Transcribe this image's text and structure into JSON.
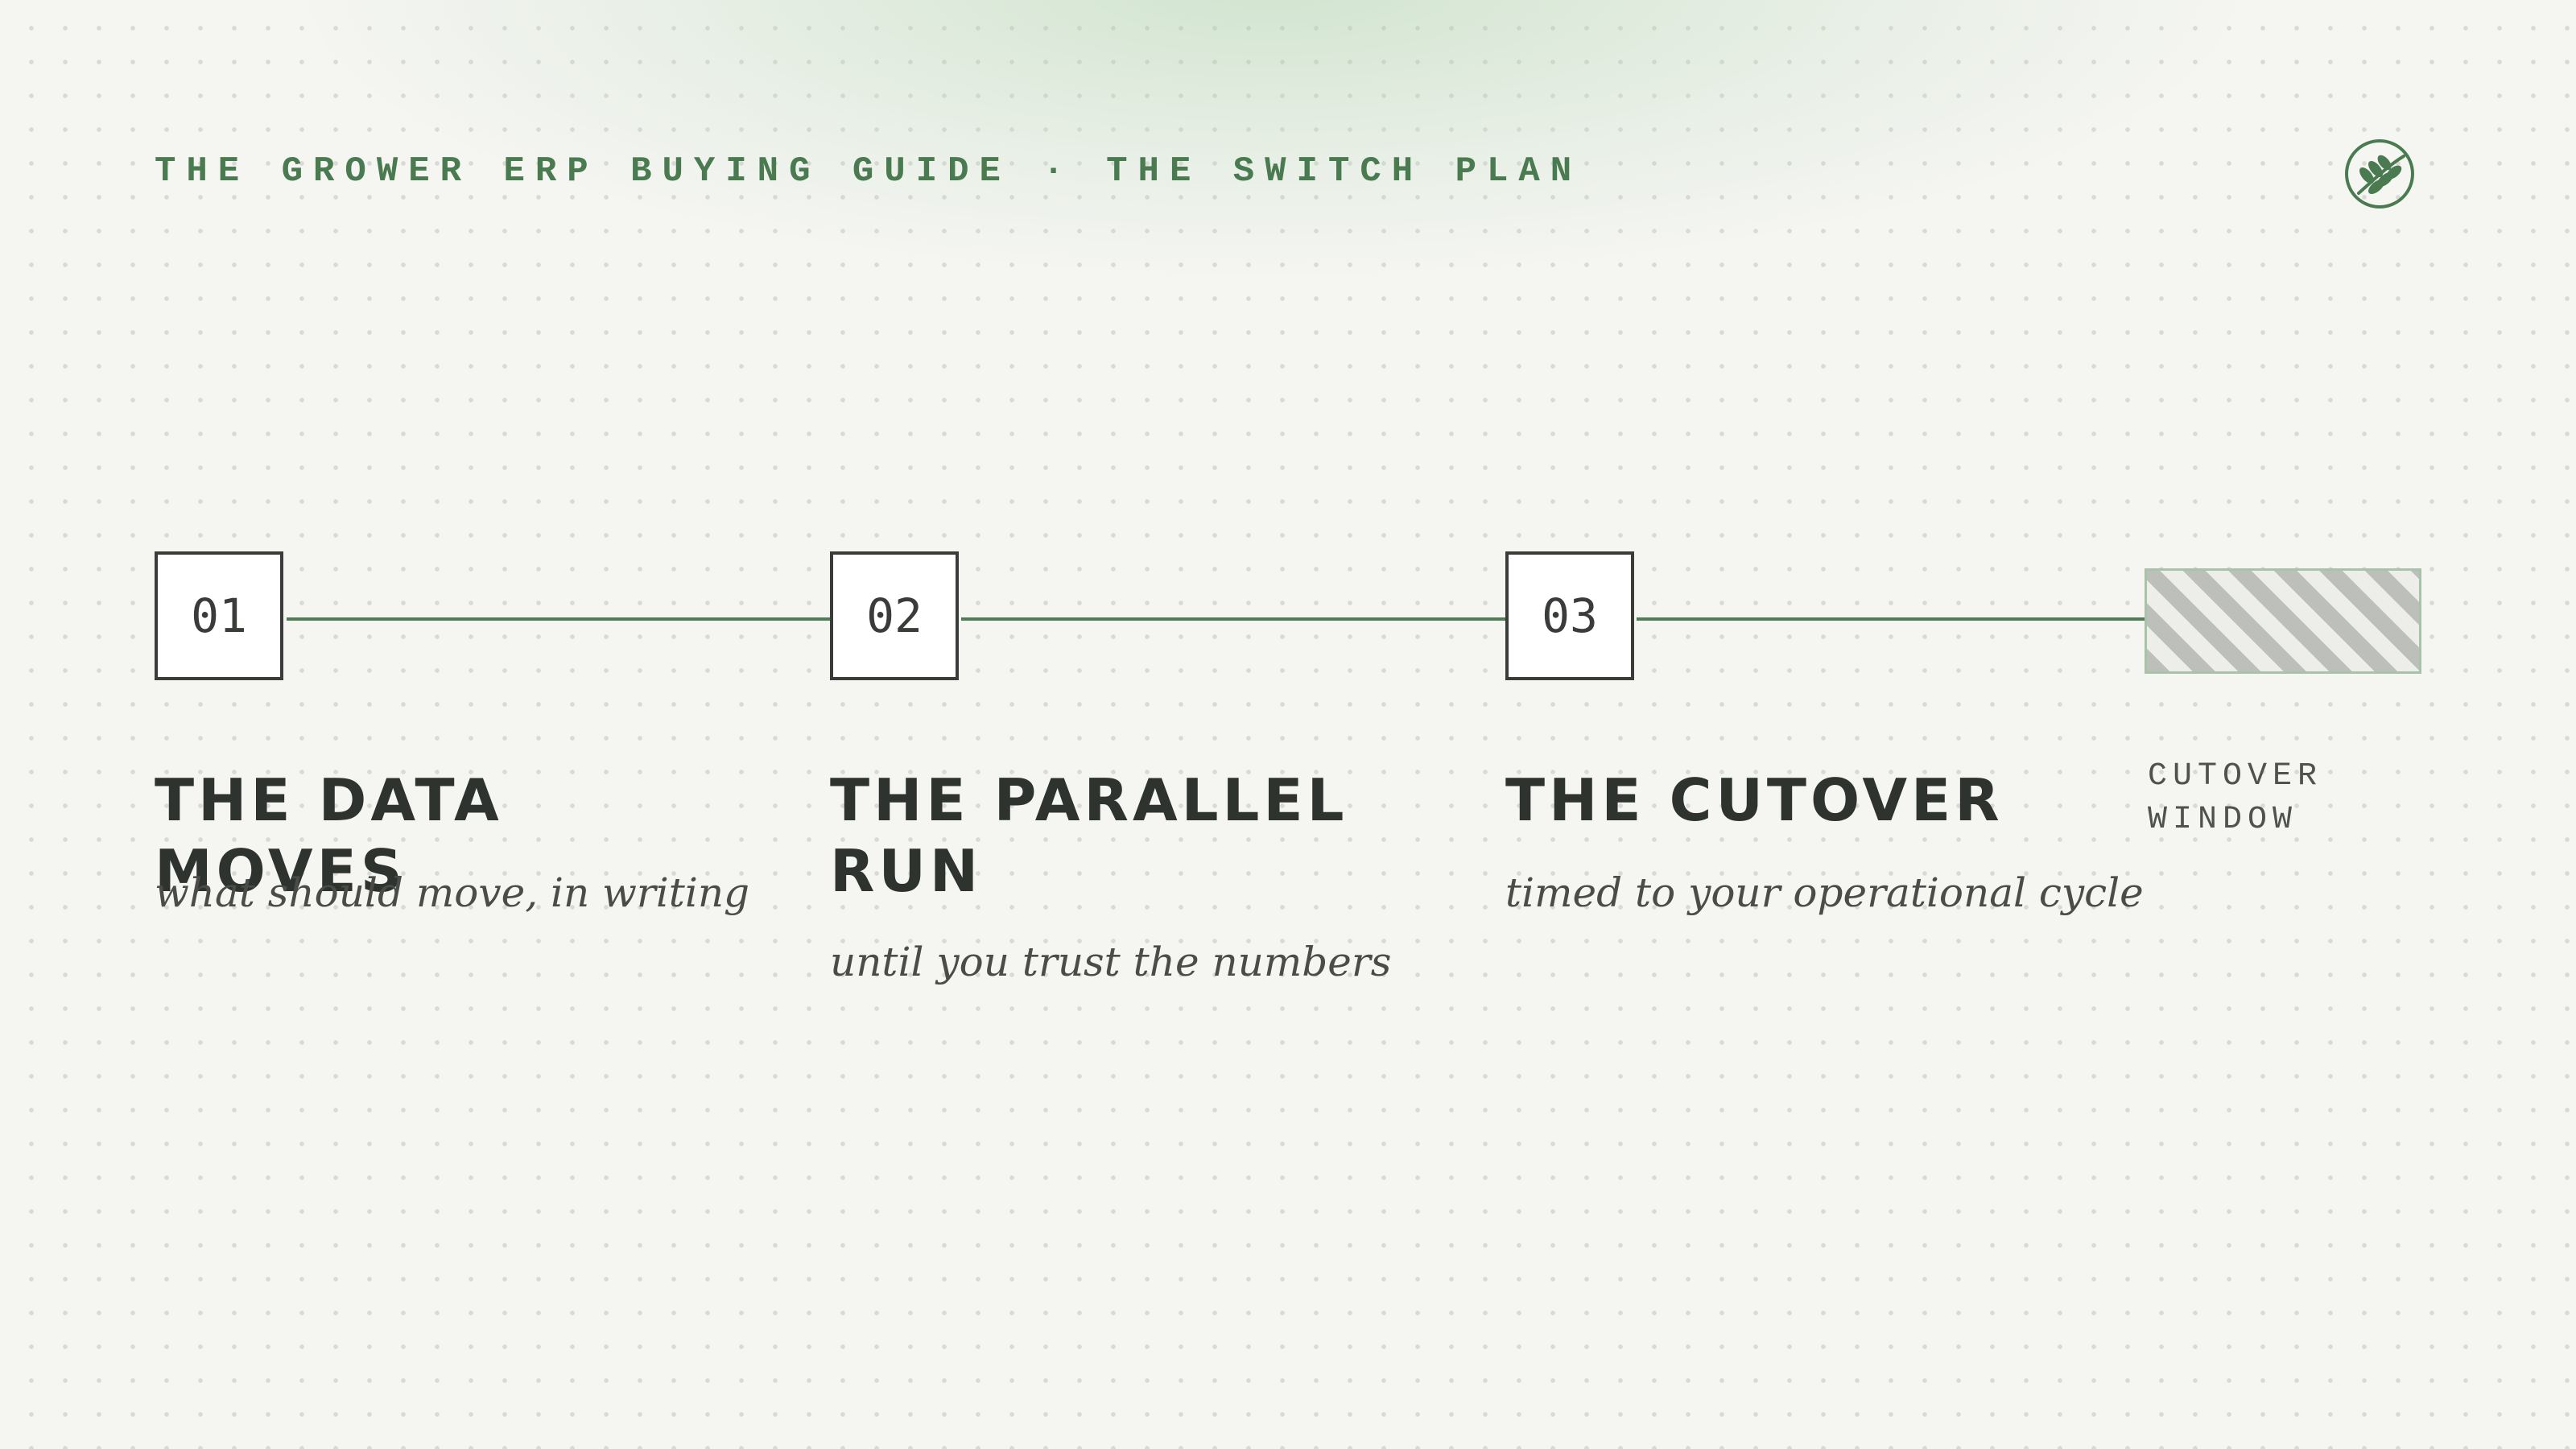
{
  "header": {
    "title": "THE GROWER ERP BUYING GUIDE · THE SWITCH PLAN",
    "logo_icon": "leaf-circle-icon"
  },
  "steps": [
    {
      "number": "01",
      "title": "THE DATA MOVES",
      "subtitle": "what should move, in writing"
    },
    {
      "number": "02",
      "title": "THE PARALLEL RUN",
      "subtitle": "until you trust the numbers"
    },
    {
      "number": "03",
      "title": "THE CUTOVER",
      "subtitle": "timed to your operational cycle"
    }
  ],
  "cutover_window": {
    "label_line1": "CUTOVER",
    "label_line2": "WINDOW"
  },
  "colors": {
    "accent_green": "#4a7a4f",
    "ink": "#2f3330",
    "background": "#f5f5f2"
  }
}
